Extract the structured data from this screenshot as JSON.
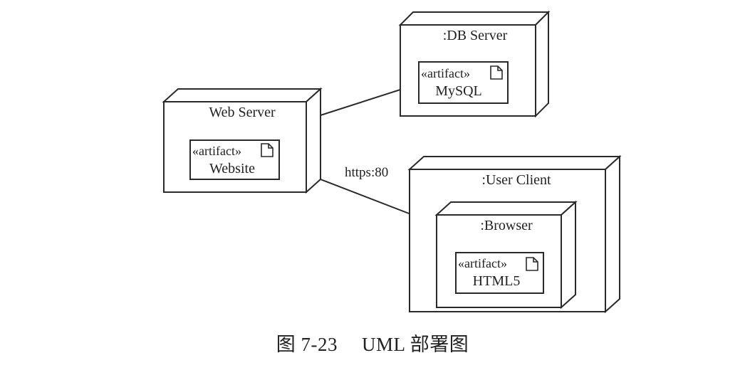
{
  "nodes": {
    "web_server": {
      "name": "Web Server",
      "artifact": {
        "stereotype": "«artifact»",
        "name": "Website",
        "icon": "document-icon"
      }
    },
    "db_server": {
      "name": ":DB Server",
      "artifact": {
        "stereotype": "«artifact»",
        "name": "MySQL",
        "icon": "document-icon"
      }
    },
    "user_client": {
      "name": ":User Client",
      "child": {
        "name": ":Browser",
        "artifact": {
          "stereotype": "«artifact»",
          "name": "HTML5",
          "icon": "document-icon"
        }
      }
    }
  },
  "connections": [
    {
      "from": "Web Server",
      "to": ":DB Server",
      "label": ""
    },
    {
      "from": "Web Server",
      "to": ":Browser",
      "label": "https:80"
    }
  ],
  "caption": {
    "figure": "图 7-23",
    "title": "UML 部署图"
  }
}
